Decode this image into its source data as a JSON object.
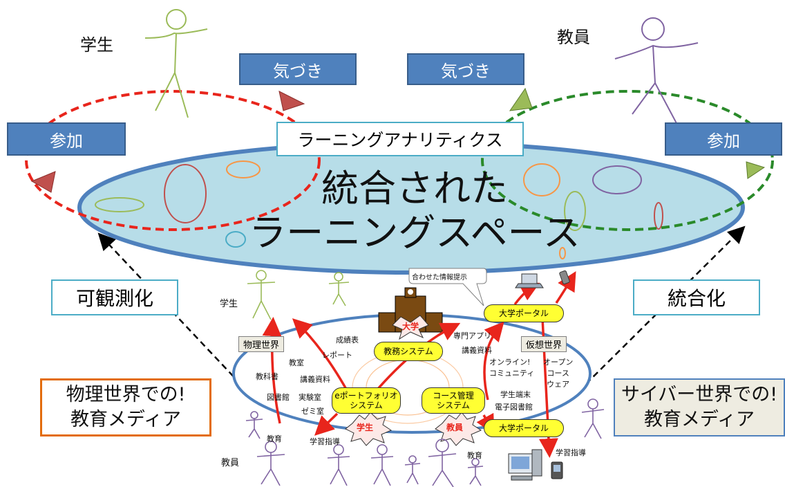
{
  "roles": {
    "student": "学生",
    "teacher": "教員"
  },
  "awareness_label": "気づき",
  "participation_label": "参加",
  "learning_analytics": "ラーニングアナリティクス",
  "center_title_line1": "統合された",
  "center_title_line2": "ラーニングスペース",
  "visualize_label": "可観測化",
  "integrate_label": "統合化",
  "physical_media": {
    "line1": "物理世界での!",
    "line2": "教育メディア"
  },
  "cyber_media": {
    "line1": "サイバー世界での!",
    "line2": "教育メディア"
  },
  "lower": {
    "student_small": "学生",
    "teacher_small": "教員",
    "physical_world": "物理世界",
    "virtual_world": "仮想世界",
    "university": "大学",
    "academic_system": "教務システム",
    "eportfolio": [
      "eポートフォリオ",
      "システム"
    ],
    "course_mgmt": [
      "コース管理",
      "システム"
    ],
    "university_portal": "大学ポータル",
    "student_star": "学生",
    "teacher_star": "教員",
    "grade_report": "成績表",
    "report": "レポート",
    "classroom": "教室",
    "textbook": "教科書",
    "lecture_materials": "講義資料",
    "library": "図書館",
    "lab": "実験室",
    "seminar": "ゼミ室",
    "education": "教育",
    "learning_guidance": "学習指導",
    "specialized_app": "専門アプリ",
    "lecture_materials2": "講義資料",
    "online_community": [
      "オンライン!",
      "コミュニティ"
    ],
    "open_courseware": [
      "オープン",
      "コース",
      "ウェア"
    ],
    "student_terminal": "学生端末",
    "e_library": "電子図書館",
    "education2": "教育",
    "learning_guidance2": "学習指導",
    "callout": "合わせた情報提示"
  }
}
